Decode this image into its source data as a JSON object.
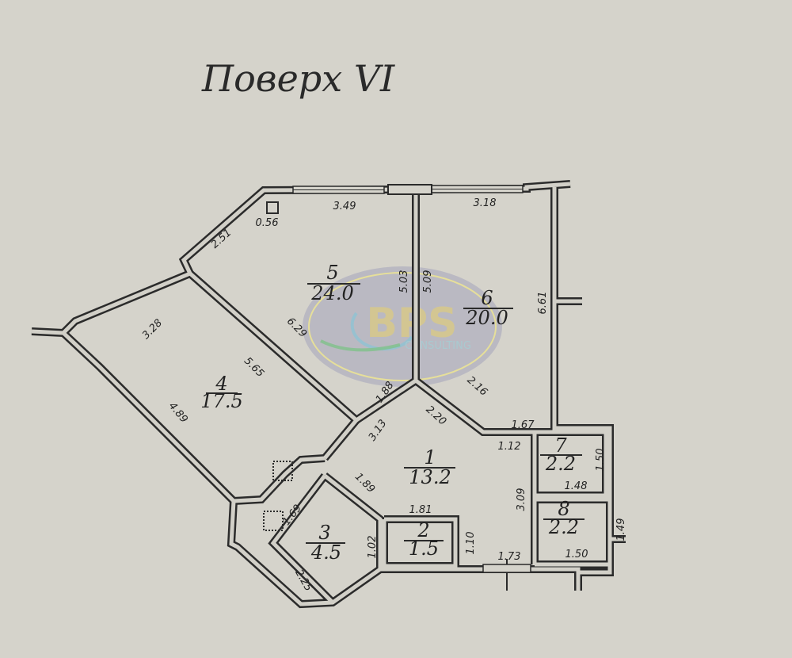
{
  "title": "Поверх VI",
  "rooms": [
    {
      "number": "1",
      "area": "13.2"
    },
    {
      "number": "2",
      "area": "1.5"
    },
    {
      "number": "3",
      "area": "4.5"
    },
    {
      "number": "4",
      "area": "17.5"
    },
    {
      "number": "5",
      "area": "24.0"
    },
    {
      "number": "6",
      "area": "20.0"
    },
    {
      "number": "7",
      "area": "2.2"
    },
    {
      "number": "8",
      "area": "2.2"
    }
  ],
  "dimensions": [
    "0.56",
    "3.49",
    "3.18",
    "2.51",
    "5.03",
    "5.09",
    "6.61",
    "3.28",
    "6.29",
    "5.65",
    "4.89",
    "1.88",
    "3.13",
    "2.16",
    "2.20",
    "1.67",
    "1.12",
    "1.50",
    "1.48",
    "3.09",
    "1.49",
    "1.50",
    "1.81",
    "1.10",
    "1.02",
    "1.73",
    "1.89",
    "1.69",
    "2.25"
  ],
  "watermark": {
    "main": "BPS",
    "sub": "CONSULTING"
  },
  "colors": {
    "paper": "#d5d3cb",
    "ink": "#2b2b2b",
    "watermark_gold": "#d8c98a"
  }
}
